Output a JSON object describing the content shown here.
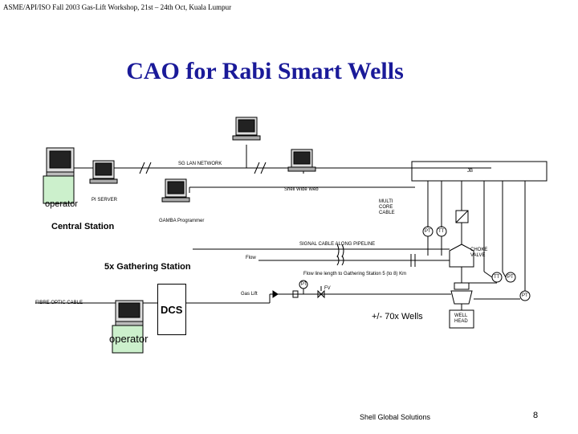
{
  "header": {
    "text": "ASME/API/ISO Fall 2003 Gas-Lift Workshop, 21st – 24th Oct, Kuala Lumpur"
  },
  "title": "CAO for Rabi Smart Wells",
  "labels": {
    "sg_lan": "SG LAN NETWORK",
    "jb": "JB",
    "shell_wide_web": "Shell Wide Web",
    "operator_top": "operator",
    "pi_server": "PI SERVER",
    "central_station": "Central Station",
    "gamba_programmer": "GAMBA Programmer",
    "multi_core_cable": "MULTI CORE CABLE",
    "signal_cable": "SIGNAL CABLE ALONG PIPELINE",
    "flow": "Flow",
    "choke_valve": "CHOKE VALVE",
    "gathering_station": "5x Gathering Station",
    "flow_line_length": "Flow line length to Gathering Station 5 (to 8) Km",
    "fibre_optic_cable": "FIBRE OPTIC CABLE",
    "gas_lift": "Gas Lift",
    "dcs": "DCS",
    "wells": "+/- 70x Wells",
    "well_head": "WELL HEAD",
    "operator_bottom": "operator"
  },
  "instruments": {
    "pt_top": "PT",
    "tt_top": "TT",
    "tt_right": "TT",
    "pt_right": "PT",
    "pt_gaslift": "PT",
    "fv_gaslift": "FV",
    "pt_wellhead": "PT"
  },
  "footer": {
    "company": "Shell Global Solutions",
    "page": "8"
  }
}
